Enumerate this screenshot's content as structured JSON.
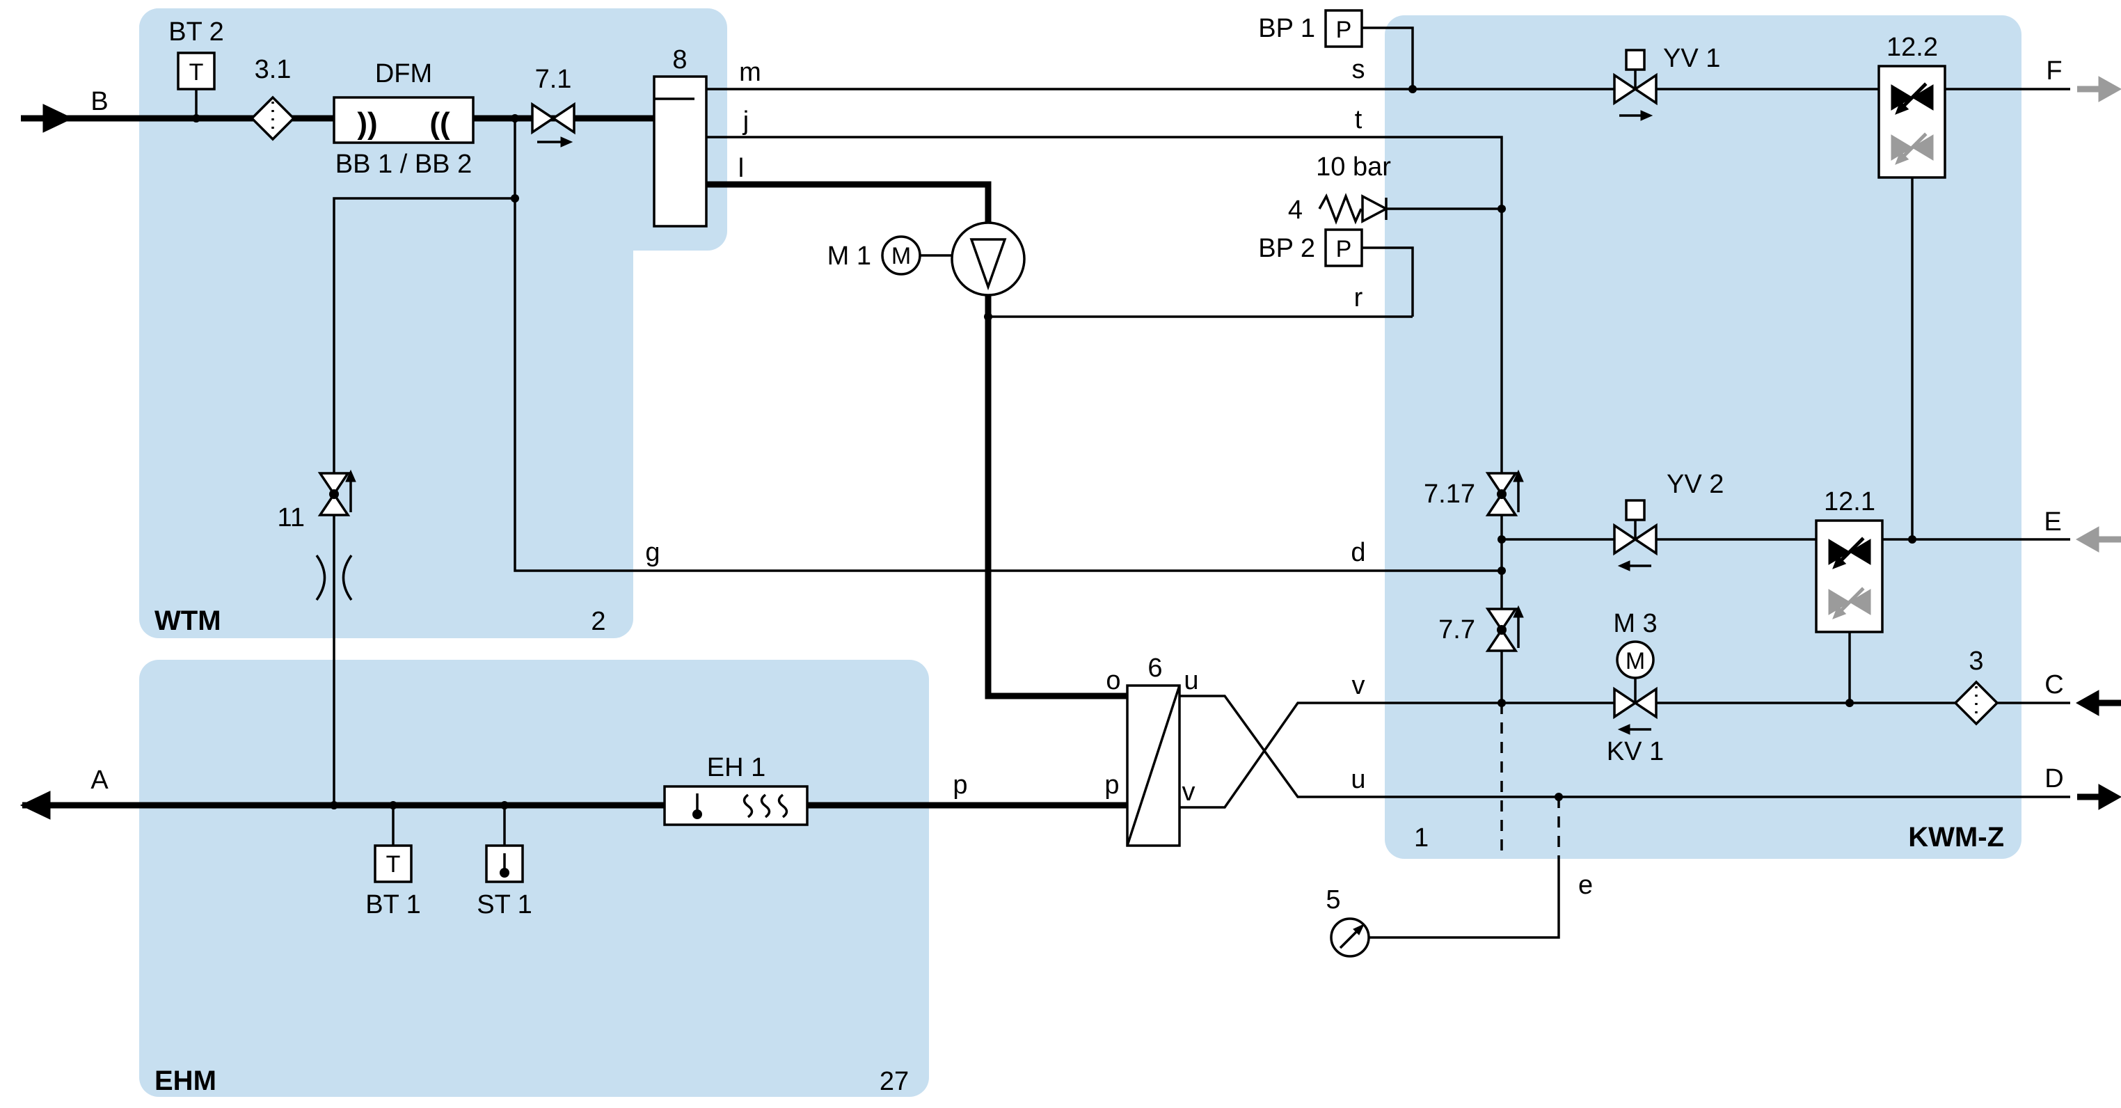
{
  "colors": {
    "region": "#c7dff0",
    "line": "#000000",
    "gray": "#9b9b9b",
    "background": "#ffffff"
  },
  "modules": {
    "wtm": {
      "name": "WTM",
      "number": "2"
    },
    "ehm": {
      "name": "EHM",
      "number": "27"
    },
    "kwmz": {
      "name": "KWM-Z",
      "number": "1"
    }
  },
  "ports": {
    "a": "A",
    "b": "B",
    "c": "C",
    "d": "D",
    "e": "E",
    "f": "F"
  },
  "line_labels": {
    "m": "m",
    "j": "j",
    "l": "l",
    "s": "s",
    "t": "t",
    "r": "r",
    "g": "g",
    "d": "d",
    "o": "o",
    "p": "p",
    "u": "u",
    "v": "v",
    "e": "e"
  },
  "components": {
    "bt2": {
      "label": "BT 2",
      "glyph": "T"
    },
    "bt1": {
      "label": "BT 1",
      "glyph": "T"
    },
    "st1": {
      "label": "ST 1"
    },
    "bp1": {
      "label": "BP 1",
      "glyph": "P"
    },
    "bp2": {
      "label": "BP 2",
      "glyph": "P"
    },
    "filter_31": {
      "label": "3.1"
    },
    "filter_3": {
      "label": "3"
    },
    "dfm": {
      "label": "DFM",
      "sublabel": "BB 1 / BB 2",
      "emit_left": "))",
      "emit_right": "(("
    },
    "valve_71": {
      "label": "7.1"
    },
    "valve_717": {
      "label": "7.17"
    },
    "valve_77": {
      "label": "7.7"
    },
    "valve_11": {
      "label": "11"
    },
    "tank_8": {
      "label": "8"
    },
    "pump_m1": {
      "label": "M 1",
      "glyph": "M"
    },
    "motor_m3": {
      "label": "M 3",
      "glyph": "M"
    },
    "kv1": {
      "label": "KV 1"
    },
    "yv1": {
      "label": "YV 1"
    },
    "yv2": {
      "label": "YV 2"
    },
    "block_122": {
      "label": "12.2"
    },
    "block_121": {
      "label": "12.1"
    },
    "relief_4": {
      "label": "4",
      "rating": "10 bar"
    },
    "hx_6": {
      "label": "6"
    },
    "eh1": {
      "label": "EH 1"
    },
    "gauge_5": {
      "label": "5"
    }
  }
}
